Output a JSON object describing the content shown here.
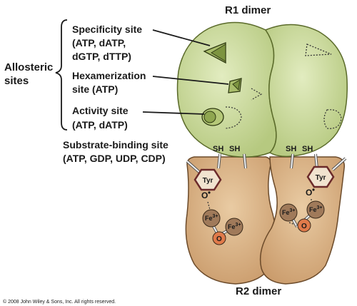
{
  "title_r1": "R1 dimer",
  "title_r2": "R2 dimer",
  "allosteric": {
    "line1": "Allosteric",
    "line2": "sites"
  },
  "specificity": {
    "line1": "Specificity site",
    "line2": "(ATP, dATP,",
    "line3": "dGTP, dTTP)"
  },
  "hexamerization": {
    "line1": "Hexamerization",
    "line2": "site (ATP)"
  },
  "activity": {
    "line1": "Activity site",
    "line2": "(ATP, dATP)"
  },
  "substrate": {
    "line1": "Substrate-binding site",
    "line2": "(ATP, GDP, UDP, CDP)"
  },
  "thiol": "SH",
  "tyr": "Tyr",
  "oxygen_radical": "O",
  "iron": "Fe",
  "iron_charge": "3+",
  "bridge_oxygen": "O",
  "copyright": "© 2008 John Wiley & Sons, Inc. All rights reserved.",
  "colors": {
    "r1_fill": "#c9d99b",
    "r1_stroke": "#5a6a2a",
    "r2_fill": "#d9b48a",
    "r2_stroke": "#6b4a2a",
    "iron_fill": "#a07a5a",
    "oxygen_fill": "#e07a4a"
  }
}
